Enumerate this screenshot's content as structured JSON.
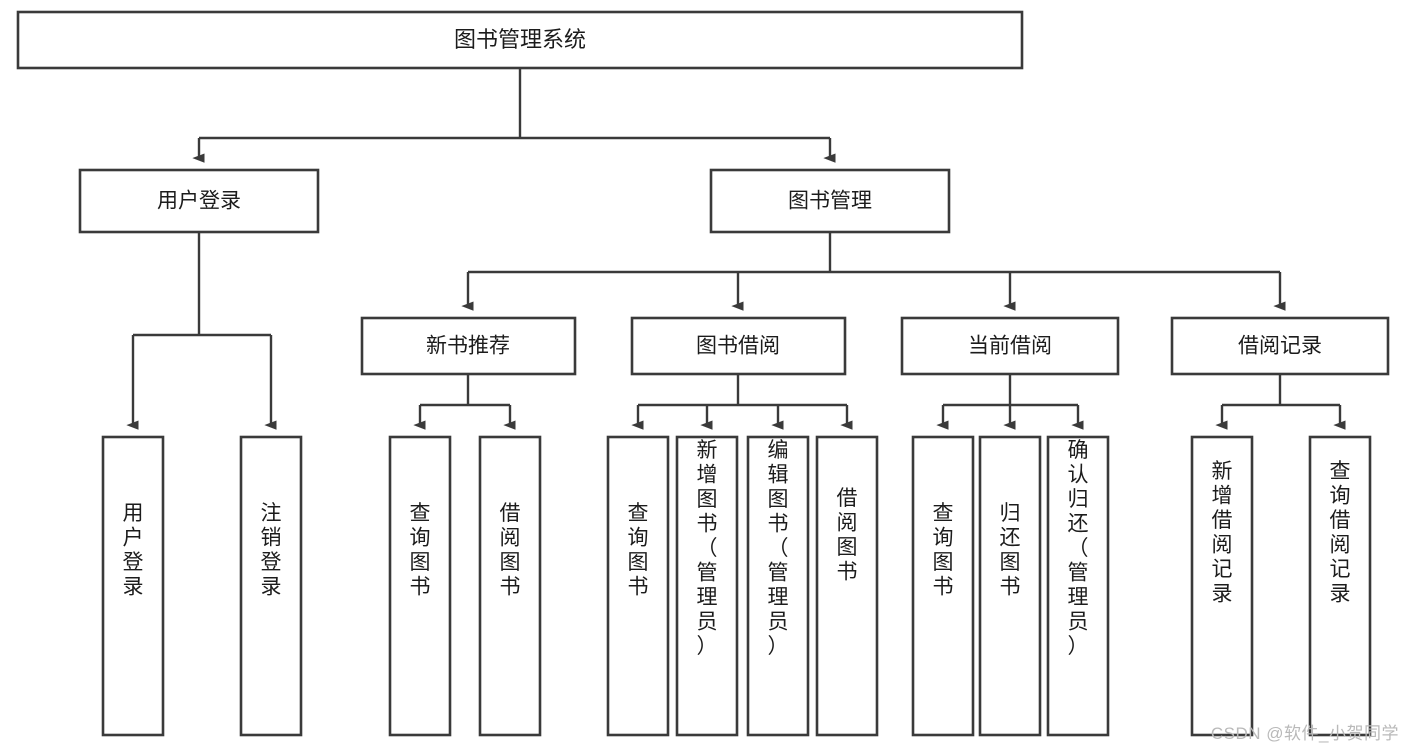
{
  "diagram": {
    "title": "图书管理系统",
    "type": "tree-hierarchy-chart",
    "orientation": "top-down",
    "colors": {
      "box_stroke": "#3a3a3a",
      "box_fill": "#ffffff",
      "connector": "#3a3a3a",
      "text": "#1c1c1c",
      "background": "#ffffff",
      "watermark": "#b9b9b9"
    },
    "levels": {
      "level1": "系统根节点",
      "level2": "主模块",
      "level3": "子模块",
      "level4": "功能项"
    },
    "nodes": {
      "root": {
        "label": "图书管理系统"
      },
      "level2": [
        {
          "id": "user-login",
          "label": "用户登录"
        },
        {
          "id": "book-manage",
          "label": "图书管理"
        }
      ],
      "level3": [
        {
          "id": "new-book-recommend",
          "label": "新书推荐",
          "parent": "book-manage"
        },
        {
          "id": "book-borrow",
          "label": "图书借阅",
          "parent": "book-manage"
        },
        {
          "id": "current-borrow",
          "label": "当前借阅",
          "parent": "book-manage"
        },
        {
          "id": "borrow-record",
          "label": "借阅记录",
          "parent": "book-manage"
        }
      ],
      "leaves": {
        "user-login": [
          {
            "id": "leaf-user-login",
            "label": "用户登录"
          },
          {
            "id": "leaf-logout",
            "label": "注销登录"
          }
        ],
        "new-book-recommend": [
          {
            "id": "leaf-query-book-1",
            "label": "查询图书"
          },
          {
            "id": "leaf-borrow-book-1",
            "label": "借阅图书"
          }
        ],
        "book-borrow": [
          {
            "id": "leaf-query-book-2",
            "label": "查询图书"
          },
          {
            "id": "leaf-add-book",
            "label": "新增图书（管理员）"
          },
          {
            "id": "leaf-edit-book",
            "label": "编辑图书（管理员）"
          },
          {
            "id": "leaf-borrow-book-2",
            "label": "借阅图书"
          }
        ],
        "current-borrow": [
          {
            "id": "leaf-query-book-3",
            "label": "查询图书"
          },
          {
            "id": "leaf-return-book",
            "label": "归还图书"
          },
          {
            "id": "leaf-confirm-return",
            "label": "确认归还（管理员）"
          }
        ],
        "borrow-record": [
          {
            "id": "leaf-add-record",
            "label": "新增借阅记录"
          },
          {
            "id": "leaf-query-record",
            "label": "查询借阅记录"
          }
        ]
      }
    }
  },
  "watermark": {
    "text": "CSDN @软件_小贺同学"
  }
}
